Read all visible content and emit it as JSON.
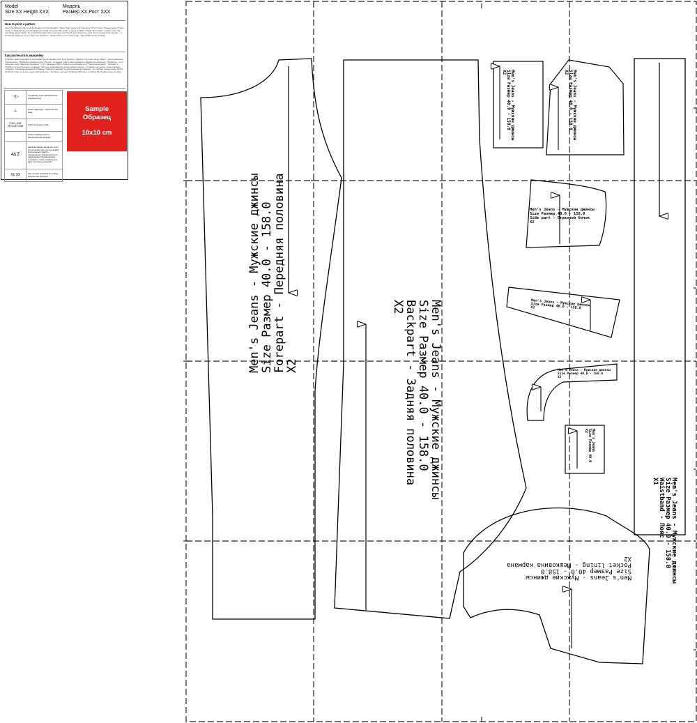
{
  "legend": {
    "model_en": "Model",
    "size_en": "Size XX Height XXX",
    "model_ru": "Модель",
    "size_ru": "Размер XX Рост XXX",
    "howto_en_title": "How to print a pattern",
    "howto_en_text": "Open the following file in Adobe Reader (or Foxit Reader). Select \"File\" menu and click there \"Print\" button. Please select \"Poster mode\" in Page Sizing and Handling area. Make sure that \"Tile scale\" is equal to 100%. Check \"Cut marks\", \"Labels\" and \"Tile only large pages\" fields. Try to print first page only if you have any doubts and check the result. Try to measure the sample — it should be 10x10 cm. If you have any questions - kindly check out our FAQ page - http://patternsewy.com/faq",
    "howto_ru_title": "Как распечатать выкройку",
    "howto_ru_text": "Откройте файл выкройки в программе Adobe Reader (или Foxit Reader). Нажмите на пункт меню \"Файл\", далее выберите \"Распечатать\". Выберите режим печати \"Постер\" в разделе \"Настройки размера и обработки страницы\". Убедитесь, что в значении поля \"Масштаб элемента\" стоит значение 100%. Отметьте галочками поля \"Метки вырезания\", \"Ярлыки\" и \"Разбить только большие страницы\". Если вы сомневаетесь в настройках печати - отправьте на печать только первую страницу с пробным квадратом Образец. Измерьте квадрат на распечатанной странице - его размер должен быть 10x10 см. Если у вас остались какие-либо вопросы - загляните на нашу страницу Вопросы и ответы http://patternsewy.com/faq",
    "symbols": [
      {
        "sym": "⊣▷",
        "text": "Lengthwise grain Направление долевой нити"
      },
      {
        "sym": "⊥",
        "text": "Notch Надсечка - контрольный знак"
      },
      {
        "sym": "FOLD_LINE OFOLDЕТ.ЛИМ",
        "text": "Fold line Линия сгиба"
      },
      {
        "sym": "",
        "text": "Линия симметричного расположения деталей"
      },
      {
        "sym": "4Δ Z",
        "text": "Identical marks indicate the point of connecting two or more details Контрольные знаки с одинаковыми буквенными или цифровыми обозначениями указывают точки совмещения двух или более деталей"
      },
      {
        "sym": "X1 X2",
        "text": "The number of details for cutting Количество деталей"
      }
    ],
    "sample_en": "Sample",
    "sample_ru": "Образец",
    "sample_size": "10x10 cm"
  },
  "pieces": {
    "front": {
      "l1": "Men's Jeans - Мужские джинсы",
      "l2": "Size Размер  40.0 - 158.0",
      "l3": "Forepart - Передняя половина",
      "l4": "X2"
    },
    "back": {
      "l1": "Men's Jeans - Мужские джинсы",
      "l2": "Size Размер  40.0 - 158.0",
      "l3": "Backpart - Задняя половина",
      "l4": "X2"
    },
    "pocket_small": {
      "l1": "Men's Jeans - Мужские джинсы",
      "l2": "Size Размер 40.0 - 158.0",
      "l3": "X2"
    },
    "pocket_back": {
      "l1": "Men's Jeans - Мужские джинсы",
      "l2": "Size Размер 40.0 - 158.0",
      "l3": "X2"
    },
    "side": {
      "l1": "Men's Jeans - Мужские джинсы",
      "l2": "Size Размер  40.0 - 158.0",
      "l3": "Side part - Отрезной бочок",
      "l4": "X2"
    },
    "yoke": {
      "l1": "Men's Jeans - Мужские джинсы",
      "l2": "Size Размер  40.0 - 158.0",
      "l3": "X2"
    },
    "facing": {
      "l1": "Men's Jeans - Мужские джинсы",
      "l2": "Size Размер 40.0 - 158.0",
      "l3": "X2"
    },
    "coin": {
      "l1": "Men's Jeans",
      "l2": "Size Размер 40.0",
      "l3": "X2"
    },
    "waistband": {
      "l1": "Men's Jeans - Мужские джинсы",
      "l2": "Size Размер  40.0 - 158.0",
      "l3": "Waistband - Пояс",
      "l4": "X1"
    },
    "lining": {
      "l1": "Men's Jeans - Мужские джинсы",
      "l2": "Size Размер  40.0 - 158.0",
      "l3": "Pocket lining - Мешковина кармана",
      "l4": "X2"
    }
  }
}
